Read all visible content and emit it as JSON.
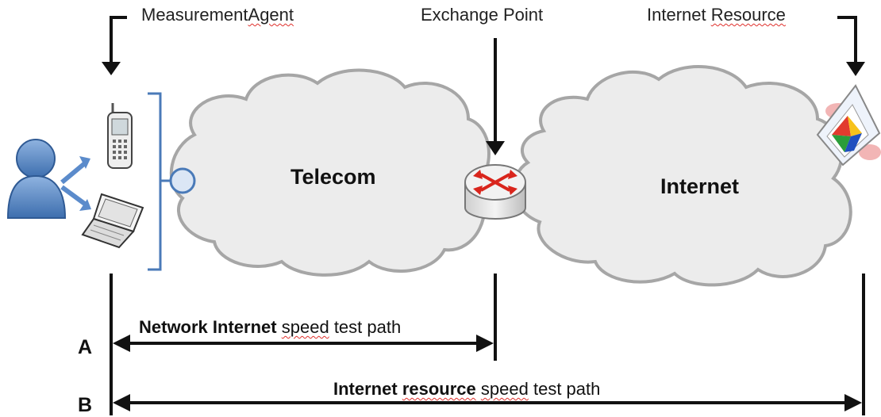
{
  "labels": {
    "measurement_agent": {
      "part1": "Measurement",
      "part2": "Agent"
    },
    "exchange_point": "Exchange Point",
    "internet_resource": {
      "part1": "Internet",
      "part2": "Resource"
    }
  },
  "clouds": {
    "telecom": "Telecom",
    "internet": "Internet"
  },
  "paths": {
    "a": {
      "letter": "A",
      "bold1": "Network",
      "bold2": "Internet",
      "word1": "speed",
      "rest": "test path"
    },
    "b": {
      "letter": "B",
      "bold1": "Internet",
      "bold2": "resource",
      "word1": "speed",
      "rest": "test path"
    }
  },
  "colors": {
    "cloud_fill": "#ececec",
    "cloud_stroke": "#a6a6a6",
    "bracket": "#4a7ab8",
    "arrow": "#111111",
    "router_arrow": "#d9251c",
    "person": "#4f7fbf"
  },
  "icons": [
    "person-icon",
    "mobile-phone-icon",
    "laptop-icon",
    "router-icon",
    "web-resource-icon"
  ]
}
